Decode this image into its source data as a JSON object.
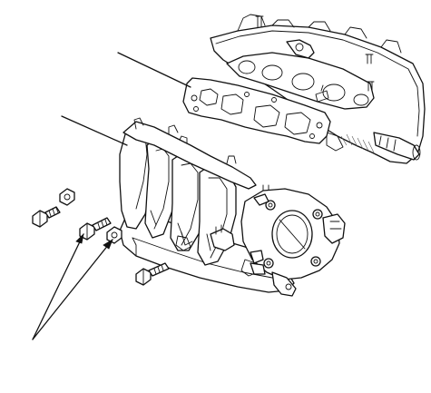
{
  "diagram": {
    "style": "black line-art service manual illustration",
    "components": [
      {
        "id": "cylinder-head",
        "kind": "engine block (background)"
      },
      {
        "id": "intake-gasket",
        "kind": "gasket, four ports"
      },
      {
        "id": "intake-manifold",
        "kind": "four-runner manifold"
      },
      {
        "id": "throttle-body",
        "kind": "throttle body with round bore"
      },
      {
        "id": "bolt-left",
        "kind": "flange bolt"
      },
      {
        "id": "nut-left",
        "kind": "flange nut"
      },
      {
        "id": "bolt-center",
        "kind": "flange bolt"
      },
      {
        "id": "nut-center",
        "kind": "flange nut"
      },
      {
        "id": "bolt-lower",
        "kind": "flange bolt"
      }
    ],
    "leaders": [
      {
        "id": "gasket-leader",
        "target": "intake-gasket"
      },
      {
        "id": "manifold-leader",
        "target": "intake-manifold"
      },
      {
        "id": "fastener-leader-a",
        "target": "bolt-center"
      },
      {
        "id": "fastener-leader-b",
        "target": "nut-center"
      }
    ],
    "colors": {
      "line": "#111111",
      "background": "#ffffff"
    }
  }
}
